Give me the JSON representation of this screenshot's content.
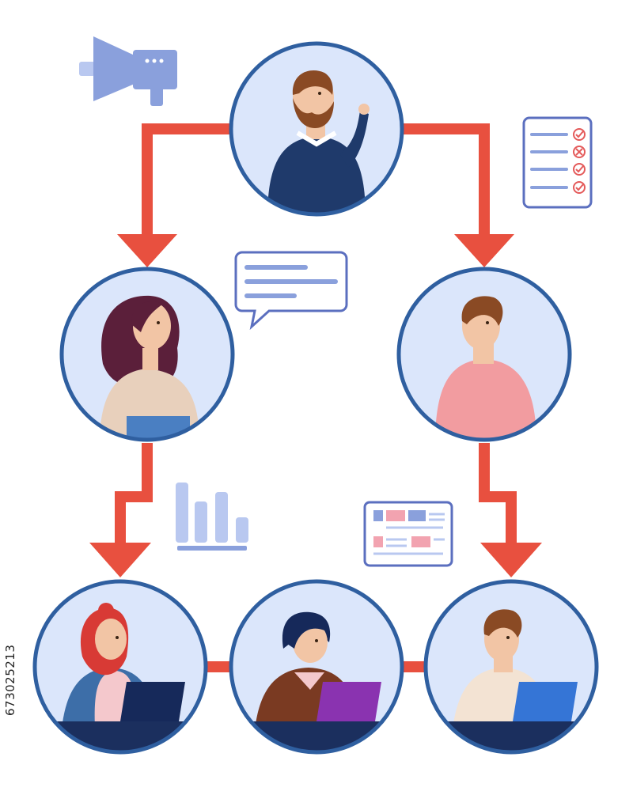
{
  "stock_id": "673025213",
  "colors": {
    "arrow": "#e8503f",
    "ring": "#2f5fa0",
    "node_fill": "#dbe6fb",
    "icon": "#8aa0dc",
    "icon_light": "#b9c8f0",
    "accent_red": "#e45a5a"
  },
  "nodes": [
    {
      "id": "manager",
      "icon": "man-bearded-pointing"
    },
    {
      "id": "lead-left",
      "icon": "woman-long-hair"
    },
    {
      "id": "lead-right",
      "icon": "man-pink-sweater"
    },
    {
      "id": "worker-left",
      "icon": "woman-red-hair-laptop"
    },
    {
      "id": "worker-center",
      "icon": "woman-bob-hair-laptop"
    },
    {
      "id": "worker-right",
      "icon": "man-laptop"
    }
  ],
  "decorations": [
    "megaphone-icon",
    "checklist-icon",
    "chat-bubble-icon",
    "bar-chart-icon",
    "report-icon"
  ]
}
